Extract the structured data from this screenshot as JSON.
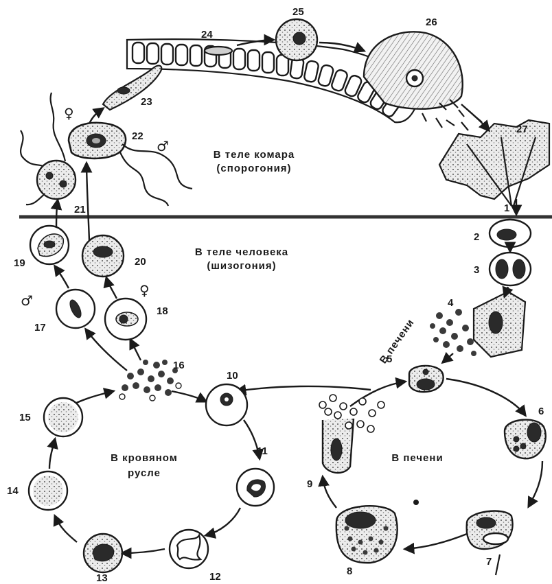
{
  "regions": {
    "mosquito": {
      "line1": "В теле комара",
      "line2": "(спорогония)"
    },
    "human": {
      "line1": "В теле человека",
      "line2": "(шизогония)"
    },
    "blood": {
      "line1": "В кровяном",
      "line2": "русле"
    },
    "liver_cycle": {
      "label": "В печени"
    },
    "to_liver": {
      "label": "В печени"
    }
  },
  "stage_numbers": [
    "1",
    "2",
    "3",
    "4",
    "5",
    "6",
    "7",
    "8",
    "9",
    "10",
    "11",
    "12",
    "13",
    "14",
    "15",
    "16",
    "17",
    "18",
    "19",
    "20",
    "21",
    "22",
    "23",
    "24",
    "25",
    "26",
    "27"
  ],
  "sex_symbols": {
    "female": "♀",
    "male": "♂"
  },
  "colors": {
    "ink": "#1a1a1a",
    "divider": "#333333",
    "shade": "#cfcfcf"
  }
}
